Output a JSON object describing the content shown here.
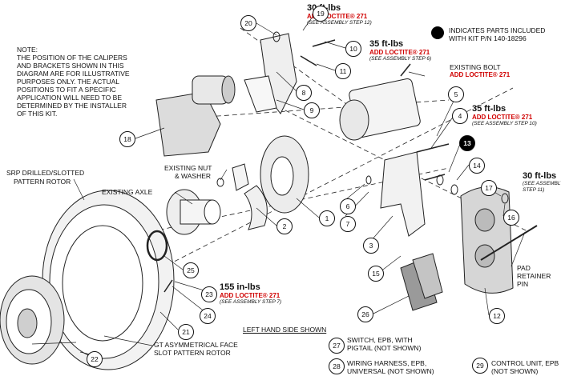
{
  "note": {
    "heading": "NOTE:",
    "lines": [
      "THE POSITION OF THE CALIPERS",
      "AND BRACKETS SHOWN IN THIS",
      "DIAGRAM ARE FOR ILLUSTRATIVE",
      "PURPOSES ONLY. THE ACTUAL",
      "POSITIONS TO FIT A SPECIFIC",
      "APPLICATION WILL NEED TO BE",
      "DETERMINED BY THE INSTALLER",
      "OF THIS KIT."
    ]
  },
  "legend": {
    "line1": "INDICATES PARTS INCLUDED",
    "line2": "WITH KIT P/N 140-18296"
  },
  "torques": {
    "t30a": {
      "value": "30 ft-lbs",
      "loctite": "ADD LOCTITE® 271",
      "step": "(SEE ASSEMBLY STEP 12)"
    },
    "t35a": {
      "value": "35 ft-lbs",
      "loctite": "ADD LOCTITE® 271",
      "step": "(SEE ASSEMBLY STEP 6)"
    },
    "t35b": {
      "value": "35 ft-lbs",
      "loctite": "ADD LOCTITE® 271",
      "step": "(SEE ASSEMBLY STEP 10)"
    },
    "t30b": {
      "value": "30 ft-lbs",
      "step1": "(SEE ASSEMBLY",
      "step2": "STEP 11)"
    },
    "t155": {
      "value": "155 in-lbs",
      "loctite": "ADD LOCTITE® 271",
      "step": "(SEE ASSEMBLY STEP 7)"
    }
  },
  "labels": {
    "existing_bolt": "EXISTING BOLT",
    "existing_bolt_loctite": "ADD LOCTITE® 271",
    "existing_nut_1": "EXISTING NUT",
    "existing_nut_2": "& WASHER",
    "existing_axle": "EXISTING AXLE",
    "srp_1": "SRP DRILLED/SLOTTED",
    "srp_2": "PATTERN ROTOR",
    "gt_1": "GT ASYMMETRICAL FACE",
    "gt_2": "SLOT PATTERN ROTOR",
    "pad_1": "PAD",
    "pad_2": "RETAINER",
    "pad_3": "PIN",
    "left_hand": "LEFT HAND SIDE SHOWN",
    "switch_1": "SWITCH, EPB, WITH",
    "switch_2": "PIGTAIL (NOT SHOWN)",
    "harness_1": "WIRING HARNESS, EPB,",
    "harness_2": "UNIVERSAL (NOT SHOWN)",
    "control_1": "CONTROL UNIT, EPB",
    "control_2": "(NOT SHOWN)"
  },
  "callouts": [
    "1",
    "2",
    "3",
    "4",
    "5",
    "6",
    "7",
    "8",
    "9",
    "10",
    "11",
    "12",
    "13",
    "14",
    "15",
    "16",
    "17",
    "18",
    "19",
    "20",
    "21",
    "22",
    "23",
    "24",
    "25",
    "26",
    "27",
    "28",
    "29"
  ]
}
